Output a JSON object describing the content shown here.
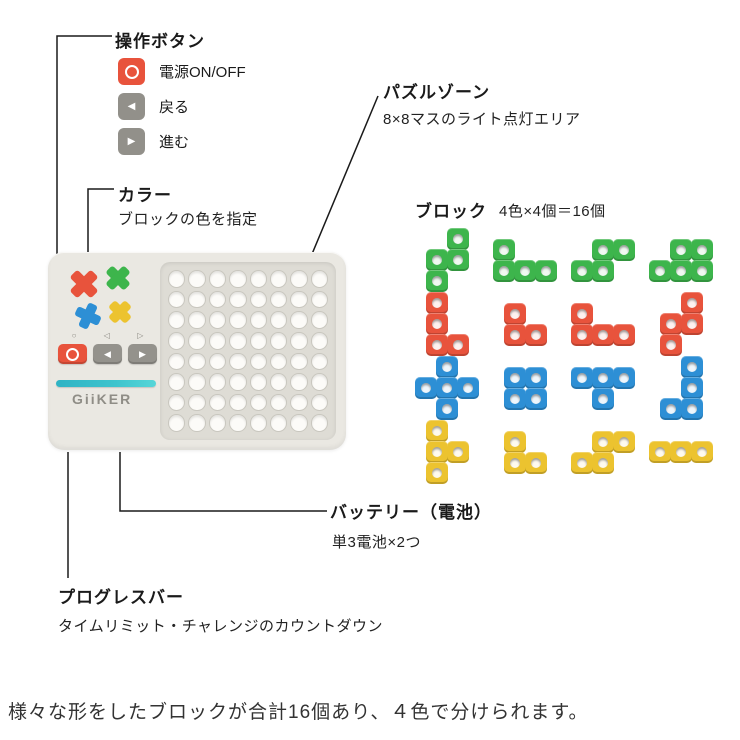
{
  "colors": {
    "red": "#e8533c",
    "green": "#3db54c",
    "blue": "#2d8fd5",
    "yellow": "#ecc32f",
    "teal": "#3ec4cd",
    "device_body": "#eae8e2",
    "device_panel": "#dedcd5",
    "hole": "#fcfbf8",
    "line": "#1a1a1a"
  },
  "annotations": {
    "operation": {
      "title": "操作ボタン",
      "items": [
        {
          "icon": "power-icon",
          "label": "電源ON/OFF"
        },
        {
          "icon": "back-icon",
          "label": "戻る"
        },
        {
          "icon": "forward-icon",
          "label": "進む"
        }
      ]
    },
    "color_buttons": {
      "title": "カラー",
      "desc": "ブロックの色を指定"
    },
    "puzzle_zone": {
      "title": "パズルゾーン",
      "desc": "8×8マスのライト点灯エリア"
    },
    "blocks_label": {
      "title": "ブロック",
      "desc": "4色×4個＝16個"
    },
    "battery": {
      "title": "バッテリー（電池）",
      "desc": "単3電池×2つ"
    },
    "progress_bar": {
      "title": "プログレスバー",
      "desc": "タイムリミット・チャレンジのカウントダウン"
    }
  },
  "device": {
    "brand": "GiiKER",
    "grid_rows": 8,
    "grid_cols": 8,
    "button_glyphs": [
      "○",
      "◁",
      "▷"
    ]
  },
  "blocks": [
    {
      "color": "green",
      "cells": [
        [
          1,
          0
        ],
        [
          0,
          1
        ],
        [
          1,
          1
        ],
        [
          0,
          2
        ]
      ]
    },
    {
      "color": "green",
      "cells": [
        [
          0,
          0
        ],
        [
          0,
          1
        ],
        [
          1,
          1
        ],
        [
          2,
          1
        ]
      ]
    },
    {
      "color": "green",
      "cells": [
        [
          1,
          0
        ],
        [
          2,
          0
        ],
        [
          0,
          1
        ],
        [
          1,
          1
        ]
      ]
    },
    {
      "color": "green",
      "cells": [
        [
          1,
          0
        ],
        [
          2,
          0
        ],
        [
          0,
          1
        ],
        [
          1,
          1
        ],
        [
          2,
          1
        ]
      ]
    },
    {
      "color": "red",
      "cells": [
        [
          0,
          0
        ],
        [
          0,
          1
        ],
        [
          0,
          2
        ],
        [
          1,
          2
        ]
      ]
    },
    {
      "color": "red",
      "cells": [
        [
          0,
          0
        ],
        [
          0,
          1
        ],
        [
          1,
          1
        ]
      ]
    },
    {
      "color": "red",
      "cells": [
        [
          0,
          0
        ],
        [
          0,
          1
        ],
        [
          1,
          1
        ],
        [
          2,
          1
        ]
      ]
    },
    {
      "color": "red",
      "cells": [
        [
          1,
          0
        ],
        [
          0,
          1
        ],
        [
          1,
          1
        ],
        [
          0,
          2
        ]
      ]
    },
    {
      "color": "blue",
      "cells": [
        [
          1,
          0
        ],
        [
          0,
          1
        ],
        [
          1,
          1
        ],
        [
          2,
          1
        ],
        [
          1,
          2
        ]
      ]
    },
    {
      "color": "blue",
      "cells": [
        [
          0,
          0
        ],
        [
          1,
          0
        ],
        [
          0,
          1
        ],
        [
          1,
          1
        ]
      ]
    },
    {
      "color": "blue",
      "cells": [
        [
          0,
          0
        ],
        [
          1,
          0
        ],
        [
          2,
          0
        ],
        [
          1,
          1
        ]
      ]
    },
    {
      "color": "blue",
      "cells": [
        [
          1,
          0
        ],
        [
          1,
          1
        ],
        [
          0,
          2
        ],
        [
          1,
          2
        ]
      ]
    },
    {
      "color": "yellow",
      "cells": [
        [
          0,
          0
        ],
        [
          0,
          1
        ],
        [
          1,
          1
        ],
        [
          0,
          2
        ]
      ]
    },
    {
      "color": "yellow",
      "cells": [
        [
          0,
          0
        ],
        [
          0,
          1
        ],
        [
          1,
          1
        ]
      ]
    },
    {
      "color": "yellow",
      "cells": [
        [
          1,
          0
        ],
        [
          2,
          0
        ],
        [
          0,
          1
        ],
        [
          1,
          1
        ]
      ]
    },
    {
      "color": "yellow",
      "cells": [
        [
          0,
          0
        ],
        [
          1,
          0
        ],
        [
          2,
          0
        ]
      ]
    }
  ],
  "footer": "様々な形をしたブロックが合計16個あり、４色で分けられます。"
}
